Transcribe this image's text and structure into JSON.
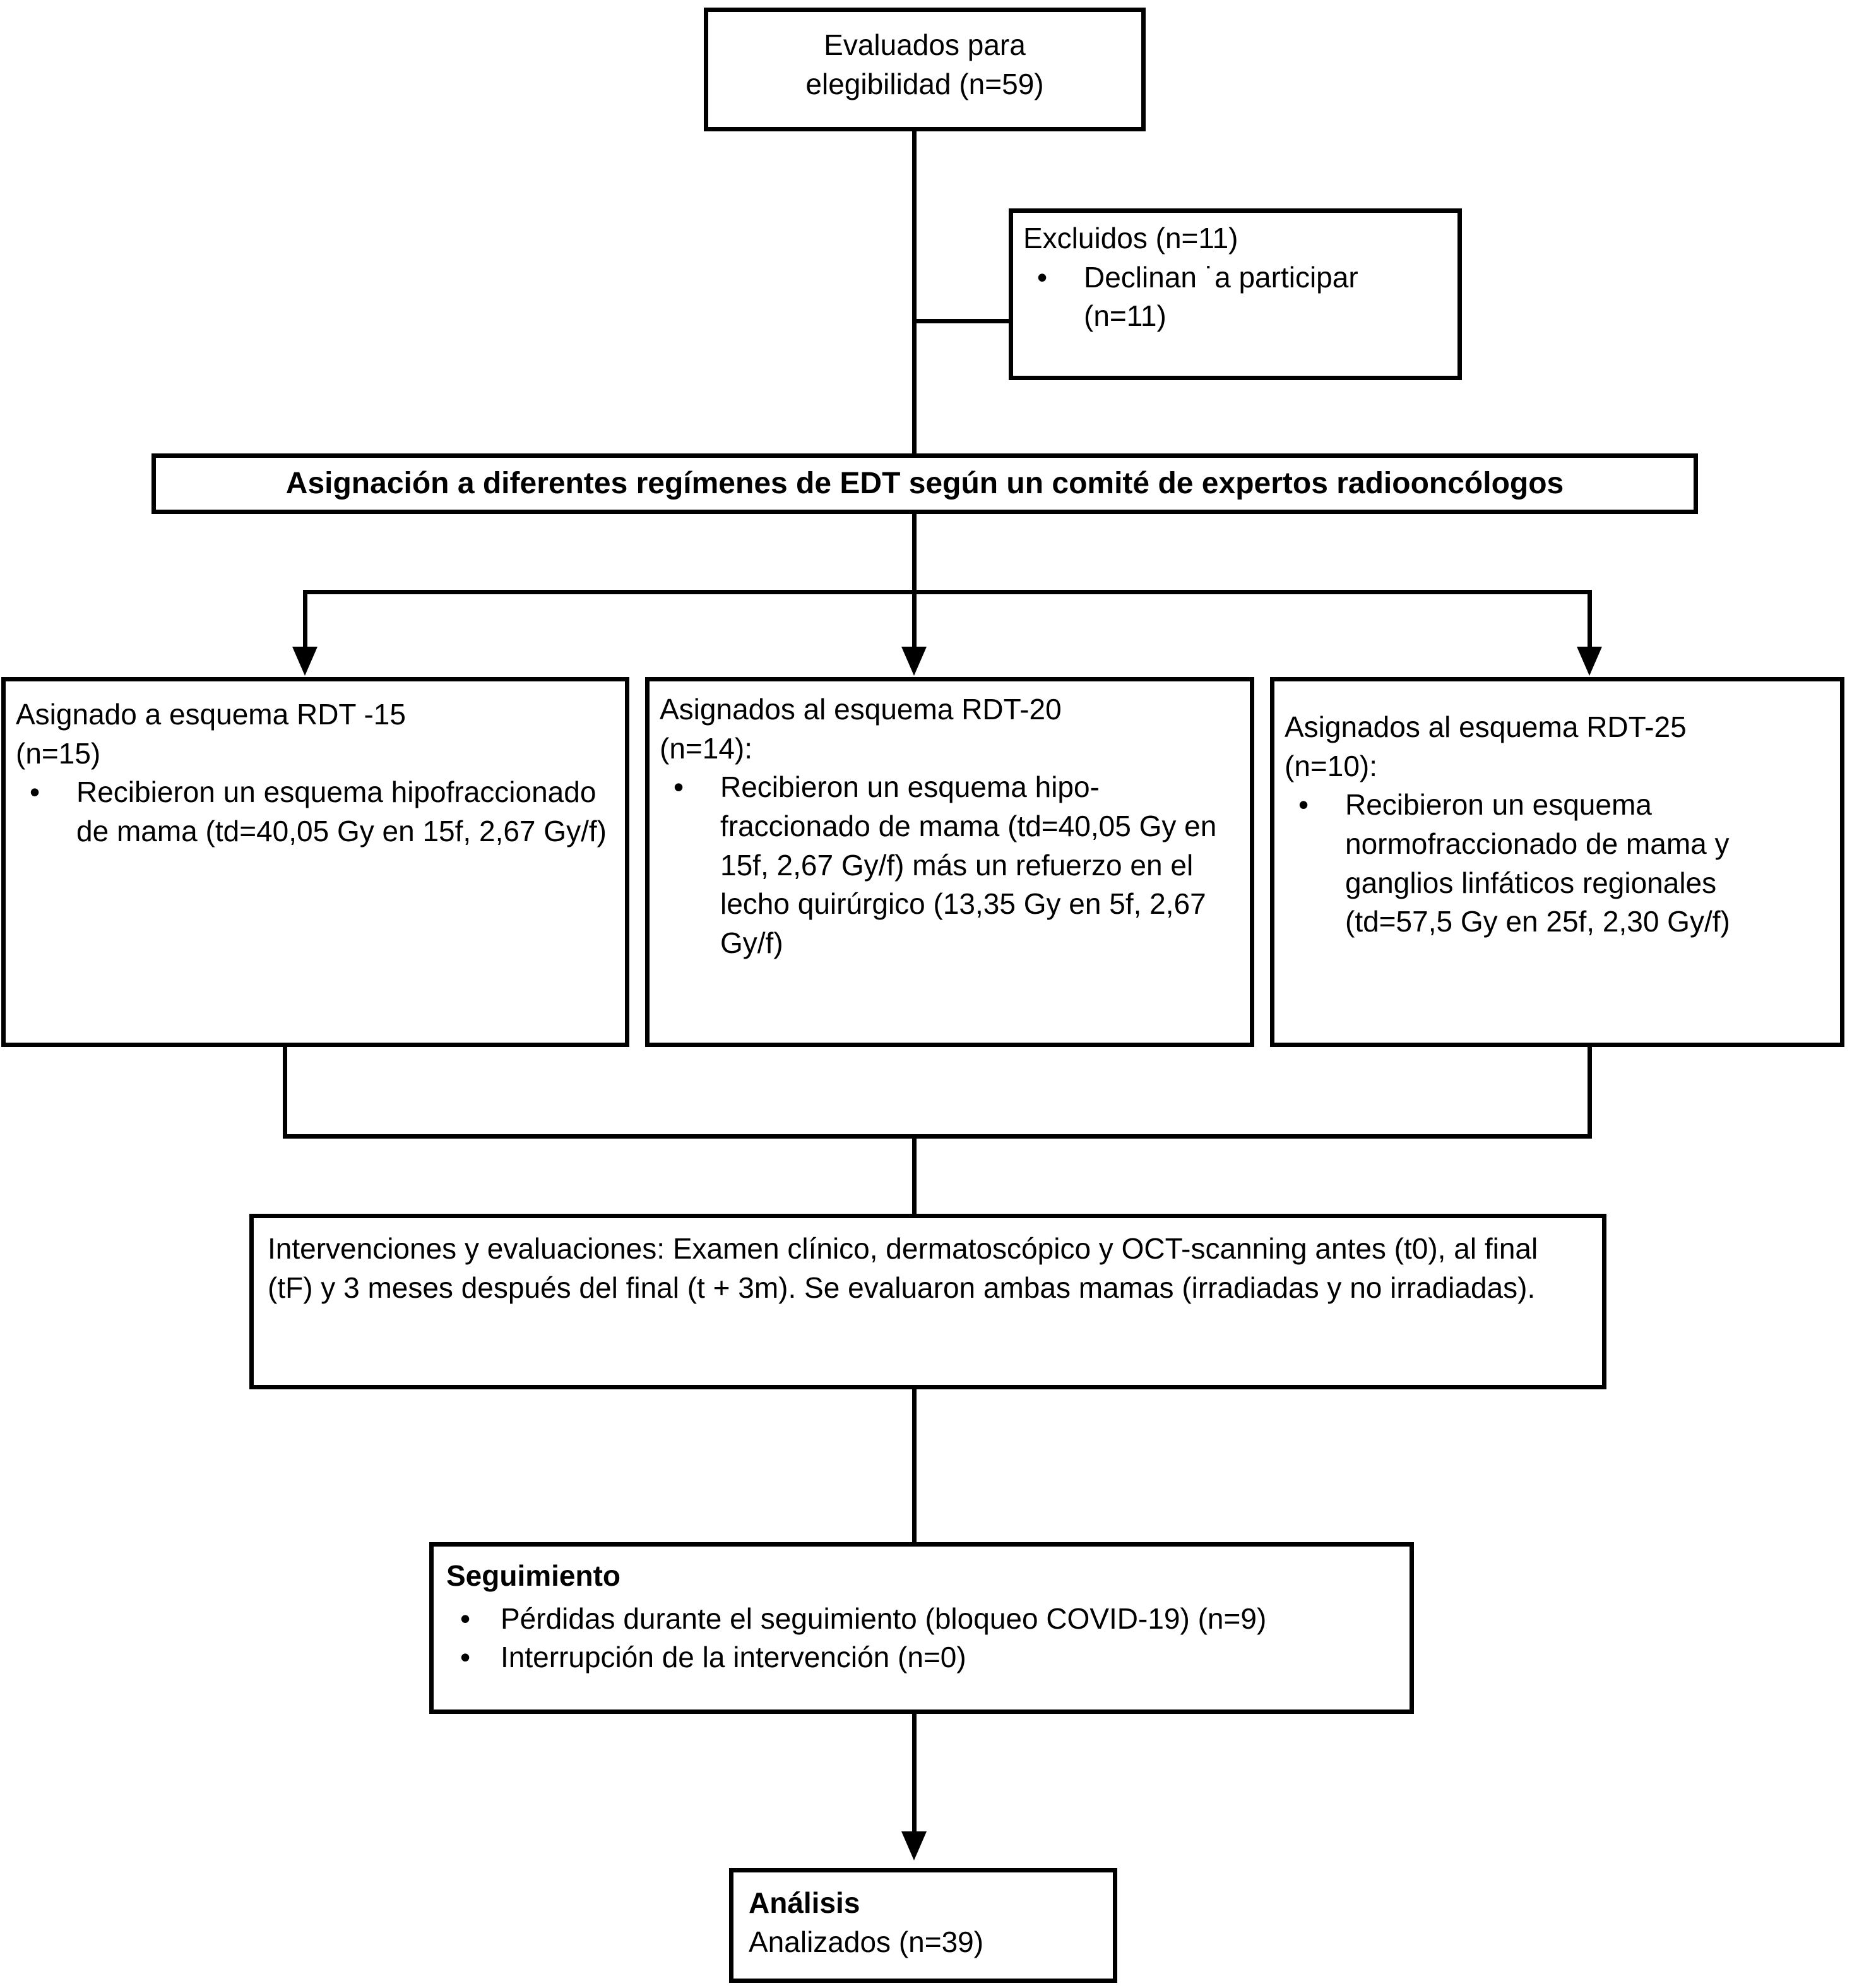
{
  "diagram": {
    "title": "Diagrama de flujo CONSORT del estudio",
    "language": "es",
    "line_color": "#000000",
    "box_fill": "#ffffff",
    "box_border_color": "#000000"
  },
  "nodes": {
    "assessed": {
      "label": "Evaluados para\nelegibilidad (n=59)",
      "n": 59
    },
    "excluded": {
      "heading": "Excluidos (n=11)",
      "n": 11,
      "items": [
        "Declinan ˙a participar (n=11)"
      ]
    },
    "allocation_bar": {
      "label": "Asignación a diferentes regímenes de EDT según un comité de expertos radiooncólogos"
    },
    "arm_rdt15": {
      "heading": "Asignado a esquema RDT -15\n(n=15)",
      "n": 15,
      "items": [
        "Recibieron un esquema hipofraccionado de mama (td=40,05 Gy en 15f, 2,67 Gy/f)"
      ]
    },
    "arm_rdt20": {
      "heading": "Asignados al esquema RDT-20\n(n=14):",
      "n": 14,
      "items": [
        " Recibieron un esquema hipo-fraccionado de mama (td=40,05 Gy en 15f, 2,67 Gy/f) más un refuerzo en el lecho quirúrgico (13,35 Gy en 5f, 2,67 Gy/f)"
      ]
    },
    "arm_rdt25": {
      "heading": "Asignados al esquema RDT-25\n(n=10):",
      "n": 10,
      "items": [
        "Recibieron un esquema normofraccionado de mama y ganglios linfáticos regionales (td=57,5 Gy en 25f, 2,30 Gy/f)"
      ]
    },
    "interventions": {
      "heading": "Intervenciones y evaluaciones:",
      "body": " Examen clínico, dermatoscópico y OCT-scanning antes (t0), al final (tF) y 3 meses después del final (t + 3m). Se evaluaron ambas mamas (irradiadas y no irradiadas)."
    },
    "followup": {
      "heading": "Seguimiento",
      "items": [
        "Pérdidas durante el seguimiento (bloqueo COVID-19) (n=9)",
        "Interrupción de la intervención (n=0)"
      ]
    },
    "analysis": {
      "heading": "Análisis",
      "body": "Analizados (n=39)",
      "n": 39
    }
  }
}
